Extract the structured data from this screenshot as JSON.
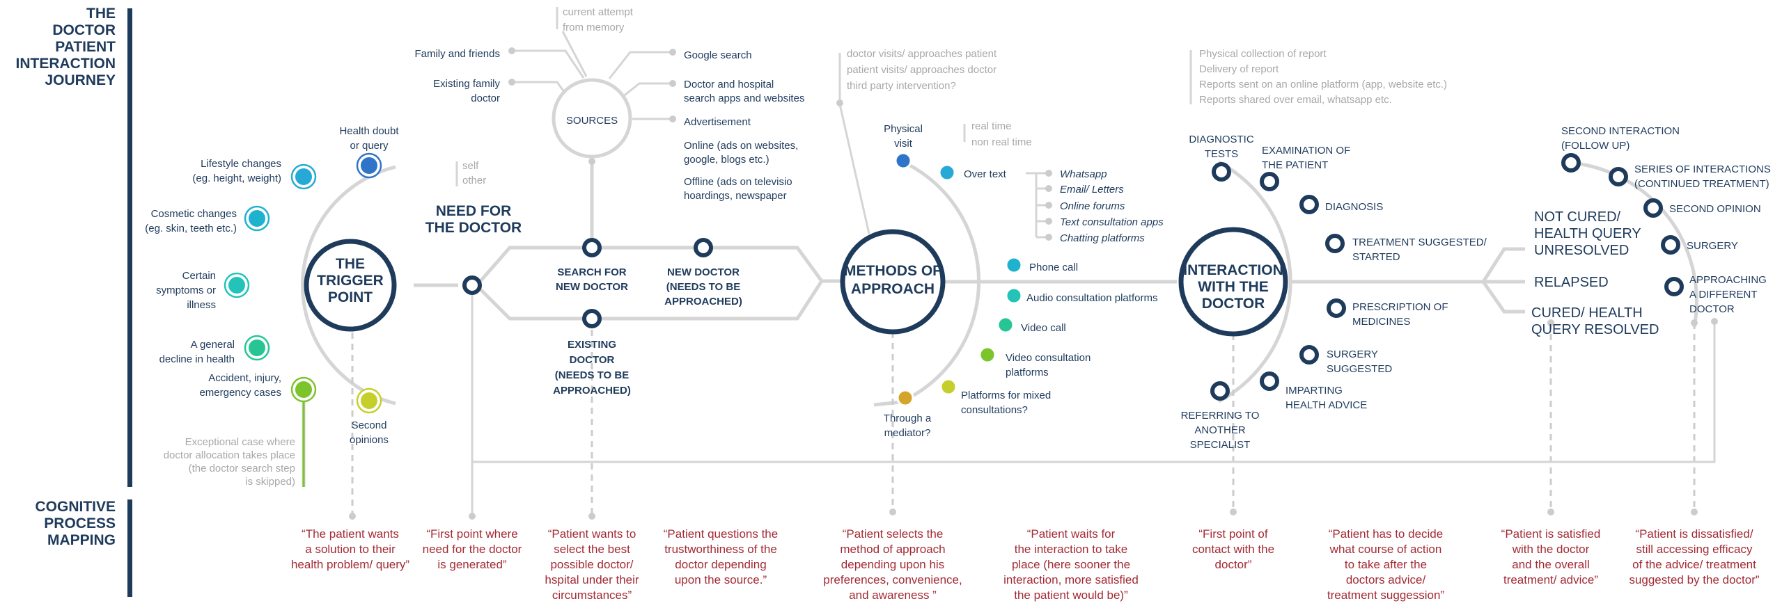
{
  "header": {
    "title": [
      "THE",
      "DOCTOR",
      "PATIENT",
      "INTERACTION",
      "JOURNEY"
    ]
  },
  "cognitive": {
    "title": [
      "COGNITIVE",
      "PROCESS",
      "MAPPING"
    ]
  },
  "hubs": {
    "trigger": [
      "THE",
      "TRIGGER",
      "POINT"
    ],
    "methods": [
      "METHODS OF",
      "APPROACH"
    ],
    "interaction": [
      "INTERACTION",
      "WITH THE",
      "DOCTOR"
    ],
    "sources": "SOURCES"
  },
  "colors": {
    "navy": "#1f3b5c",
    "quote": "#a32a35",
    "grey": "#a8a8a8",
    "line": "#d5d5d5"
  },
  "triggers": [
    {
      "label": [
        "Health doubt",
        "or query"
      ],
      "color": "#2f74c9"
    },
    {
      "label": [
        "Lifestyle changes",
        "(eg. height, weight)"
      ],
      "color": "#26a9d6"
    },
    {
      "label": [
        "Cosmetic changes",
        "(eg. skin, teeth etc.)"
      ],
      "color": "#1fb2cf"
    },
    {
      "label": [
        "Certain",
        "symptoms or",
        "illness"
      ],
      "color": "#23c3b9"
    },
    {
      "label": [
        "A general",
        "decline in health"
      ],
      "color": "#27c594"
    },
    {
      "label": [
        "Accident, injury,",
        "emergency cases"
      ],
      "color": "#7cc42c"
    },
    {
      "label": [
        "Second",
        "opinions"
      ],
      "color": "#c5cf2c"
    }
  ],
  "exception_note": [
    "Exceptional case where",
    "doctor allocation takes place",
    "(the doctor search step",
    "is skipped)"
  ],
  "self_other": [
    "self",
    "other"
  ],
  "need": [
    "NEED FOR",
    "THE DOCTOR"
  ],
  "search": {
    "search_new": [
      "SEARCH FOR",
      "NEW DOCTOR"
    ],
    "new_doctor": [
      "NEW DOCTOR",
      "(NEEDS TO BE",
      "APPROACHED)"
    ],
    "existing": [
      "EXISTING",
      "DOCTOR",
      "(NEEDS TO BE",
      "APPROACHED)"
    ]
  },
  "sources": {
    "current": [
      "current attempt",
      "from memory"
    ],
    "left": [
      [
        "Family and friends"
      ],
      [
        "Existing family",
        "doctor"
      ]
    ],
    "right": [
      [
        "Google search"
      ],
      [
        "Doctor and hospital",
        "search apps and websites"
      ],
      [
        "Advertisement"
      ],
      [
        "Online (ads on websites,",
        "google, blogs etc.)"
      ],
      [
        "Offline (ads on televisio",
        "hoardings, newspaper"
      ]
    ]
  },
  "visits_note": [
    "doctor visits/ approaches patient",
    "patient visits/ approaches doctor",
    "third party intervention?"
  ],
  "realtime": [
    "real time",
    "non real time"
  ],
  "methods": [
    {
      "label": [
        "Physical",
        "visit"
      ],
      "color": "#2f74c9"
    },
    {
      "label": [
        "Over text"
      ],
      "color": "#26a9d6"
    },
    {
      "label": [
        "Phone call"
      ],
      "color": "#1fb2cf"
    },
    {
      "label": [
        "Audio consultation platforms"
      ],
      "color": "#23c3b9"
    },
    {
      "label": [
        "Video call"
      ],
      "color": "#27c594"
    },
    {
      "label": [
        "Video consultation",
        "platforms"
      ],
      "color": "#7cc42c"
    },
    {
      "label": [
        "Platforms for mixed",
        "consultations?"
      ],
      "color": "#c5cf2c"
    },
    {
      "label": [
        "Through a",
        "mediator?"
      ],
      "color": "#d4a52a"
    }
  ],
  "text_channels": [
    "Whatsapp",
    "Email/ Letters",
    "Online forums",
    "Text consultation apps",
    "Chatting platforms"
  ],
  "report_note": [
    "Physical collection of report",
    "Delivery of report",
    "Reports sent on an online platform (app, website etc.)",
    "Reports shared over email, whatsapp etc."
  ],
  "interactions": [
    [
      "DIAGNOSTIC",
      "TESTS"
    ],
    [
      "EXAMINATION OF",
      "THE PATIENT"
    ],
    [
      "DIAGNOSIS"
    ],
    [
      "TREATMENT SUGGESTED/",
      "STARTED"
    ],
    [
      "PRESCRIPTION OF",
      "MEDICINES"
    ],
    [
      "SURGERY",
      "SUGGESTED"
    ],
    [
      "IMPARTING",
      "HEALTH ADVICE"
    ],
    [
      "REFERRING TO",
      "ANOTHER",
      "SPECIALIST"
    ]
  ],
  "outcomes": [
    [
      "NOT CURED/",
      "HEALTH QUERY",
      "UNRESOLVED"
    ],
    [
      "RELAPSED"
    ],
    [
      "CURED/ HEALTH",
      "QUERY RESOLVED"
    ]
  ],
  "followups": [
    [
      "SECOND INTERACTION",
      "(FOLLOW UP)"
    ],
    [
      "SERIES OF INTERACTIONS",
      "(CONTINUED TREATMENT)"
    ],
    [
      "SECOND OPINION"
    ],
    [
      "SURGERY"
    ],
    [
      "APPROACHING",
      "A DIFFERENT",
      "DOCTOR"
    ]
  ],
  "quotes": [
    [
      "“The patient wants",
      "a solution to their",
      "health problem/ query”"
    ],
    [
      "“First point where",
      "need for the doctor",
      "is generated”"
    ],
    [
      "“Patient  wants to",
      "select the best",
      "possible doctor/",
      "hspital under their",
      "circumstances”"
    ],
    [
      "“Patient questions the",
      "trustworthiness of the",
      "doctor depending",
      "upon the source.”"
    ],
    [
      "“Patient selects the",
      "method of approach",
      "depending upon his",
      "preferences, convenience,",
      "and awareness ”"
    ],
    [
      "“Patient waits for",
      "the interaction to take",
      "place (here sooner the",
      "interaction, more satisfied",
      "the patient would be)”"
    ],
    [
      "“First point of",
      "contact with the",
      "doctor”"
    ],
    [
      "“Patient has to decide",
      "what course of action",
      "to take after the",
      "doctors advice/",
      "treatment suggession”"
    ],
    [
      "“Patient is satisfied",
      "with the doctor",
      "and the overall",
      "treatment/ advice”"
    ],
    [
      "“Patient is dissatisfied/",
      "still accessing efficacy",
      "of the advice/ treatment",
      "suggested by the doctor”"
    ]
  ]
}
